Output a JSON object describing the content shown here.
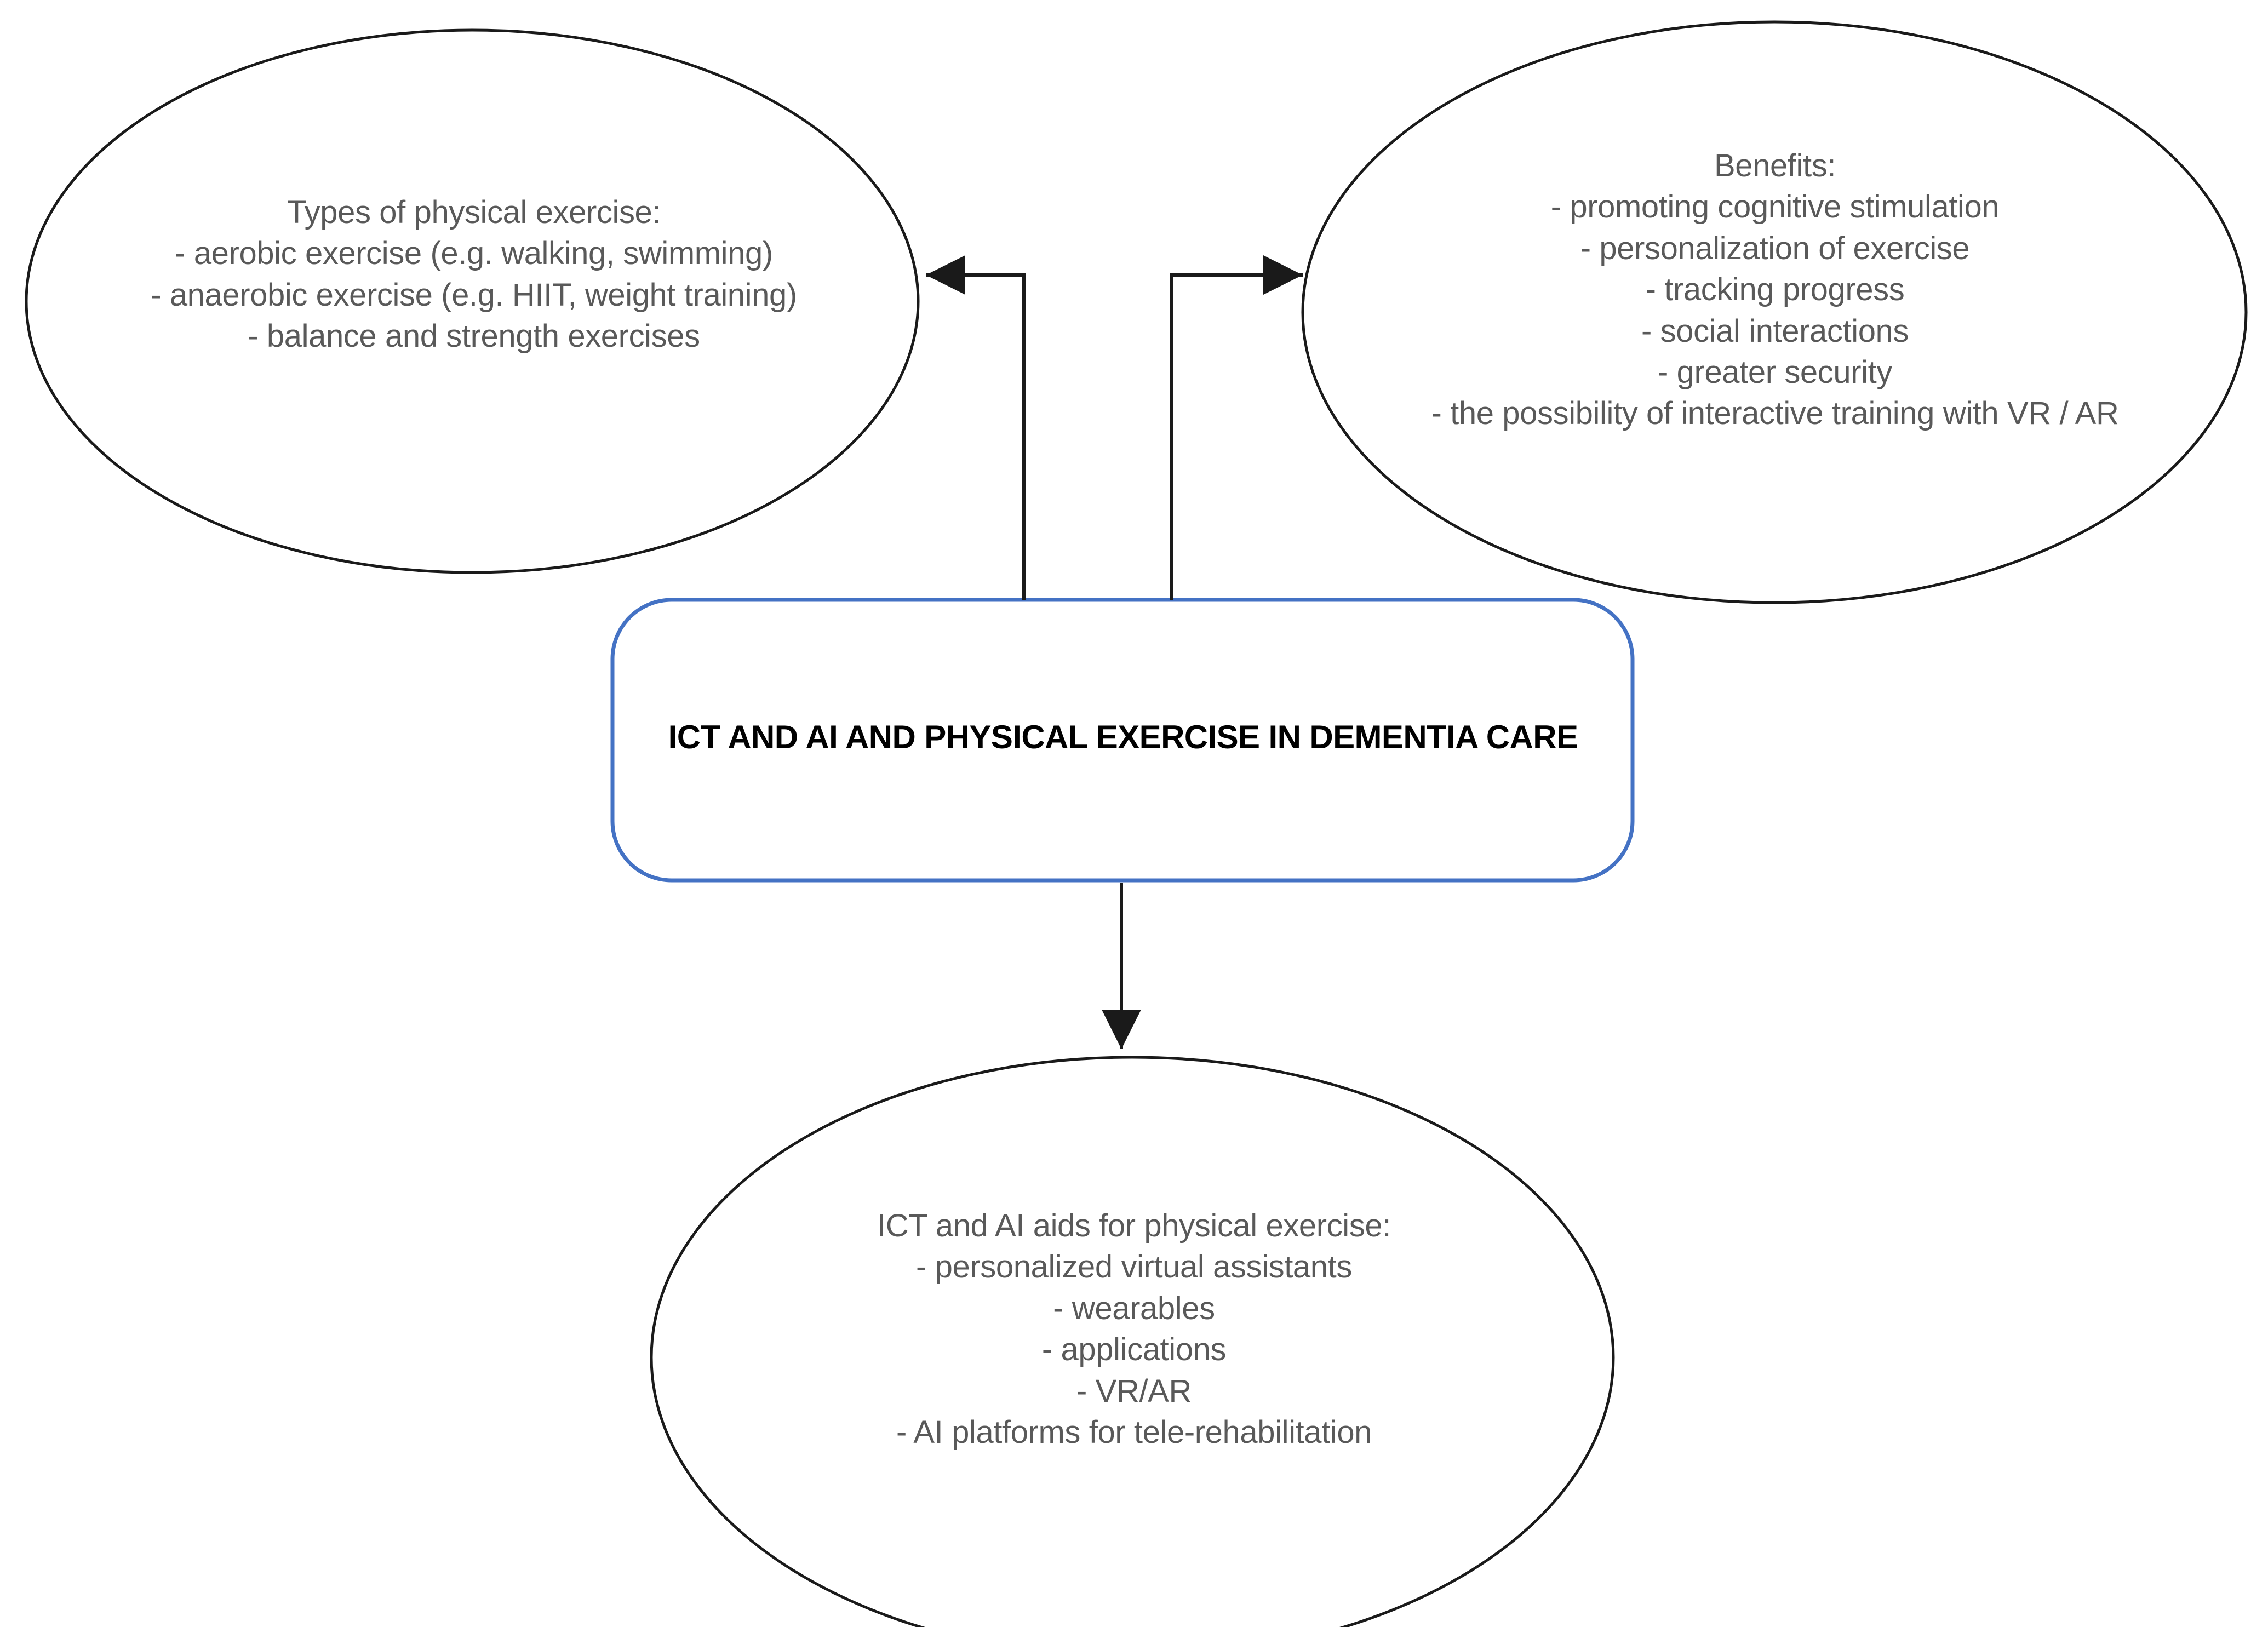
{
  "diagram": {
    "title": "ICT AND AI AND PHYSICAL EXERCISE IN DEMENTIA CARE",
    "center_node": {
      "label": "ICT AND AI AND PHYSICAL EXERCISE IN DEMENTIA CARE",
      "border_color": "#4472C4",
      "fill_color": "#FFFFFF",
      "shape": "rounded-rectangle"
    },
    "nodes": [
      {
        "id": "types-of-physical-exercise",
        "shape": "ellipse",
        "heading": "Types of physical exercise:",
        "items": [
          "- aerobic exercise (e.g. walking, swimming)",
          "- anaerobic exercise (e.g. HIIT, weight training)",
          "- balance and strength exercises"
        ],
        "text": "Types of physical exercise:\n- aerobic exercise (e.g. walking, swimming)\n- anaerobic exercise (e.g. HIIT, weight training)\n- balance and strength exercises",
        "border_color": "#000000",
        "text_color": "#595959"
      },
      {
        "id": "benefits",
        "shape": "ellipse",
        "heading": "Benefits:",
        "items": [
          "- promoting cognitive stimulation",
          "- personalization of exercise",
          "- tracking progress",
          "- social interactions",
          "- greater security",
          "- the possibility of interactive training with VR / AR"
        ],
        "text": "Benefits:\n- promoting cognitive stimulation\n- personalization of exercise\n- tracking progress\n- social interactions\n- greater security\n- the possibility of interactive training with VR / AR",
        "border_color": "#000000",
        "text_color": "#595959"
      },
      {
        "id": "ict-and-ai-aids",
        "shape": "ellipse",
        "heading": "ICT and AI aids for physical exercise:",
        "items": [
          "- personalized virtual assistants",
          "- wearables",
          "- applications",
          "- VR/AR",
          "- AI platforms for tele-rehabilitation"
        ],
        "text": "ICT and AI aids for physical exercise:\n- personalized virtual assistants\n- wearables\n- applications\n- VR/AR\n- AI platforms for tele-rehabilitation",
        "border_color": "#000000",
        "text_color": "#595959"
      }
    ],
    "connectors": [
      {
        "id": "center-to-types",
        "from": "center-node",
        "to": "types-of-physical-exercise",
        "style": "elbow",
        "arrow": "left"
      },
      {
        "id": "center-to-benefits",
        "from": "center-node",
        "to": "benefits",
        "style": "elbow",
        "arrow": "right"
      },
      {
        "id": "center-to-aids",
        "from": "center-node",
        "to": "ict-and-ai-aids",
        "style": "straight",
        "arrow": "down"
      }
    ]
  }
}
